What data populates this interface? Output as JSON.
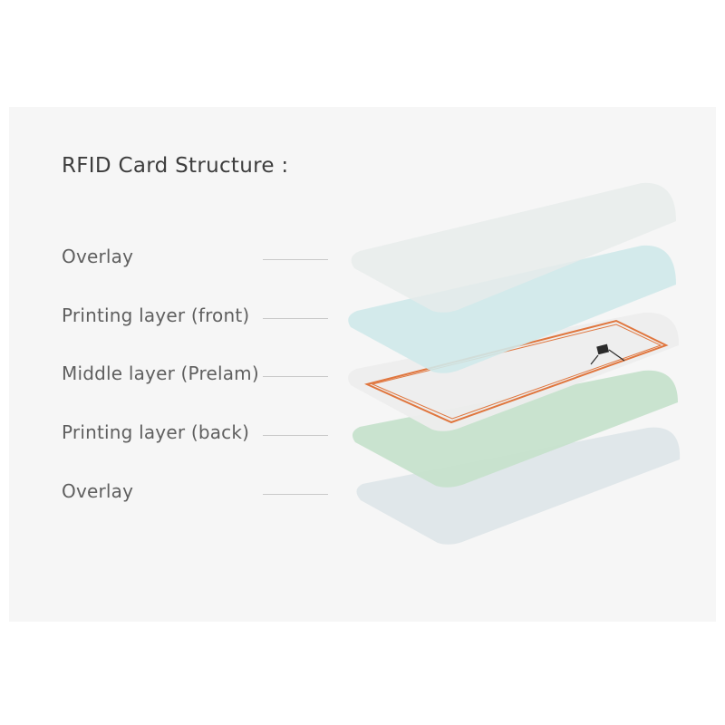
{
  "diagram": {
    "title": "RFID Card Structure :",
    "layers": [
      {
        "label": "Overlay",
        "color": "#e7ebea"
      },
      {
        "label": "Printing layer (front)",
        "color": "#cfe9ea"
      },
      {
        "label": "Middle layer (Prelam)",
        "color": "#ededed",
        "antenna_color": "#e0763e",
        "chip_color": "#2b2b2b"
      },
      {
        "label": "Printing layer (back)",
        "color": "#c6e2cc"
      },
      {
        "label": "Overlay",
        "color": "#dde5e8"
      }
    ],
    "background_color": "#f6f6f6"
  }
}
